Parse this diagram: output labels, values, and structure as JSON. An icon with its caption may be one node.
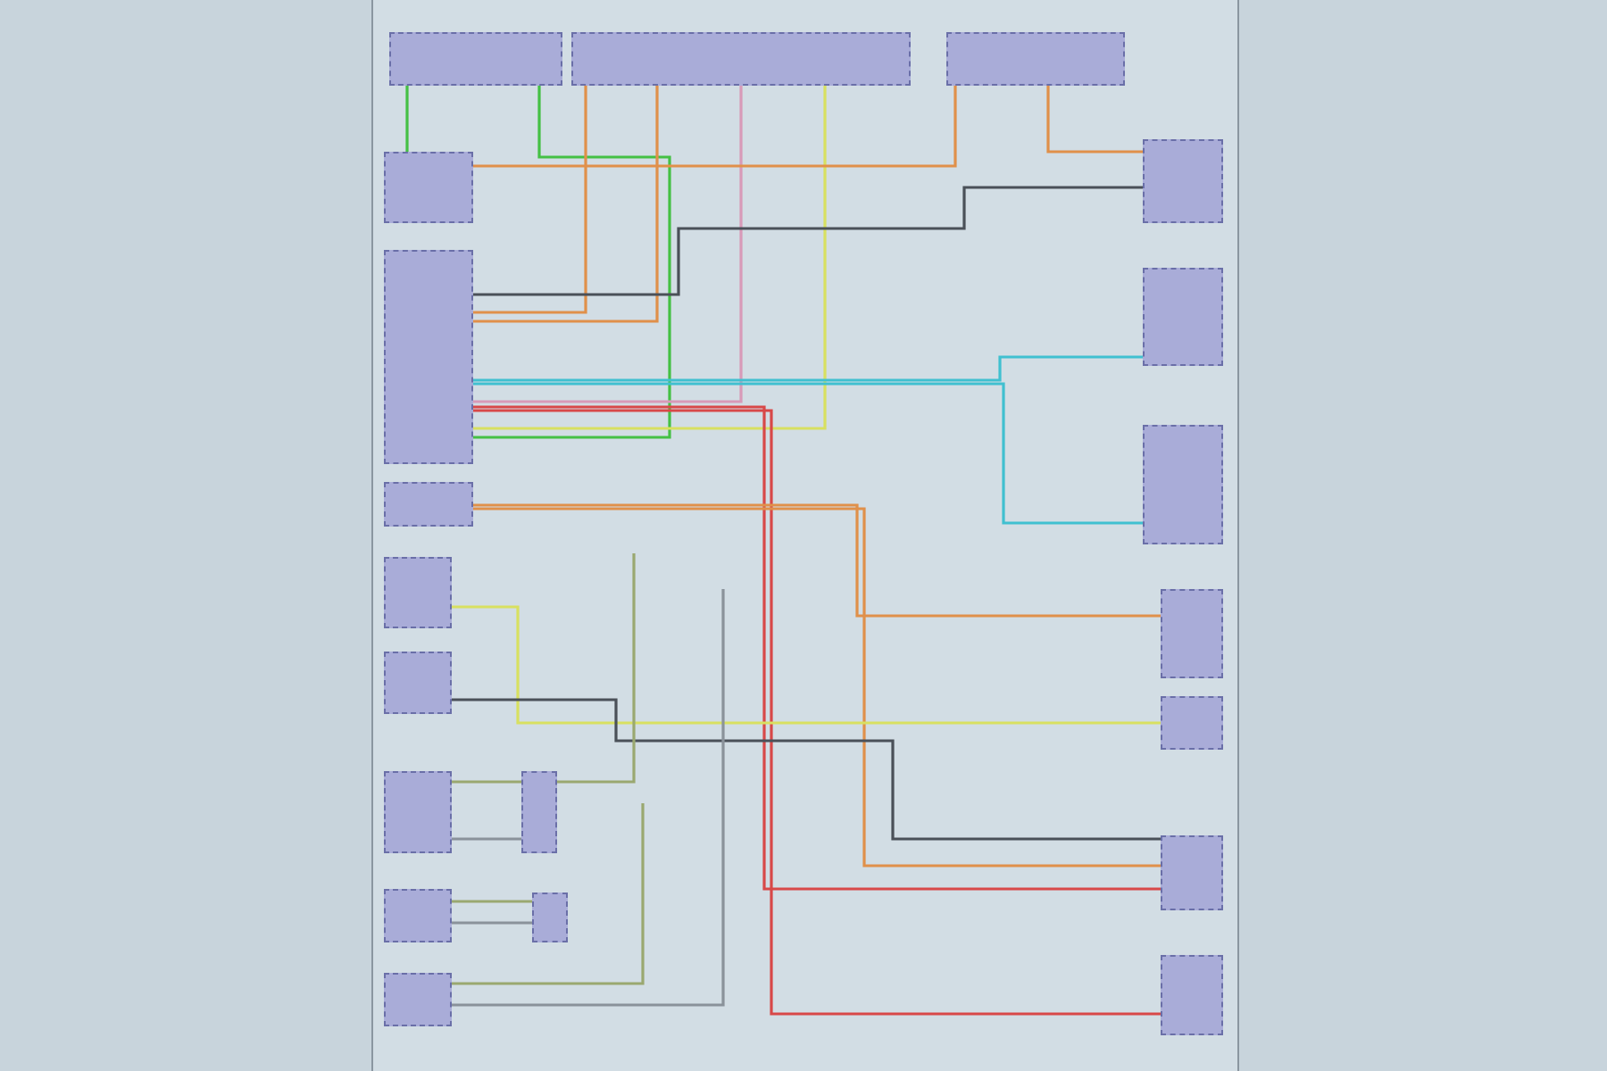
{
  "diagram": {
    "nodes": [
      {
        "text": [],
        "shape": "box"
      },
      {
        "text": [],
        "shape": "box"
      },
      {
        "text": [],
        "shape": "box"
      },
      {
        "text": [],
        "shape": "box"
      },
      {
        "text": [],
        "shape": "box"
      },
      {
        "text": [],
        "shape": "box"
      },
      {
        "text": [],
        "shape": "box"
      },
      {
        "text": [],
        "shape": "box"
      },
      {
        "text": [],
        "shape": "box"
      },
      {
        "text": [],
        "shape": "box"
      },
      {
        "text": [],
        "shape": "box"
      },
      {
        "text": [],
        "shape": "box"
      },
      {
        "text": [],
        "shape": "box"
      },
      {
        "text": [],
        "shape": "box"
      },
      {
        "text": [],
        "shape": "box"
      },
      {
        "text": [],
        "shape": "box"
      },
      {
        "text": [],
        "shape": "box"
      },
      {
        "text": [],
        "shape": "box"
      },
      {
        "text": [],
        "shape": "box"
      },
      {
        "text": [],
        "shape": "box"
      }
    ],
    "edges": [
      {
        "from": 0,
        "to": 3,
        "arrow": "none",
        "color": "#44c044"
      },
      {
        "from": 0,
        "to": 4,
        "arrow": "none",
        "color": "#44c044"
      },
      {
        "from": 1,
        "to": 4,
        "arrow": "none",
        "color": "#e0904a"
      },
      {
        "from": 1,
        "to": 4,
        "arrow": "none",
        "color": "#e0904a"
      },
      {
        "from": 1,
        "to": 4,
        "arrow": "none",
        "color": "#d89ab8"
      },
      {
        "from": 1,
        "to": 4,
        "arrow": "none",
        "color": "#d8e060"
      },
      {
        "from": 3,
        "to": 2,
        "arrow": "none",
        "color": "#e0904a"
      },
      {
        "from": 2,
        "to": 13,
        "arrow": "none",
        "color": "#e0904a"
      },
      {
        "from": 4,
        "to": 13,
        "arrow": "none",
        "color": "#4a5058"
      },
      {
        "from": 4,
        "to": 14,
        "arrow": "none",
        "color": "#40c0d0"
      },
      {
        "from": 4,
        "to": 15,
        "arrow": "none",
        "color": "#40c0d0"
      },
      {
        "from": 4,
        "to": 18,
        "arrow": "none",
        "color": "#d84848"
      },
      {
        "from": 4,
        "to": 19,
        "arrow": "none",
        "color": "#d84848"
      },
      {
        "from": 5,
        "to": 16,
        "arrow": "none",
        "color": "#e0904a"
      },
      {
        "from": 5,
        "to": 18,
        "arrow": "none",
        "color": "#e0904a"
      },
      {
        "from": 6,
        "to": 17,
        "arrow": "none",
        "color": "#d8e060"
      },
      {
        "from": 7,
        "to": 18,
        "arrow": "none",
        "color": "#4a5058"
      },
      {
        "from": 8,
        "to": 9,
        "arrow": "none",
        "color": "#9aa870"
      },
      {
        "from": 9,
        "to": null,
        "arrow": "none",
        "color": "#9aa870"
      },
      {
        "from": 8,
        "to": 9,
        "arrow": "none",
        "color": "#8a929a"
      },
      {
        "from": 10,
        "to": 11,
        "arrow": "none",
        "color": "#9aa870"
      },
      {
        "from": 10,
        "to": 11,
        "arrow": "none",
        "color": "#8a929a"
      },
      {
        "from": 12,
        "to": null,
        "arrow": "none",
        "color": "#9aa870"
      },
      {
        "from": 12,
        "to": null,
        "arrow": "none",
        "color": "#8a929a"
      }
    ]
  }
}
